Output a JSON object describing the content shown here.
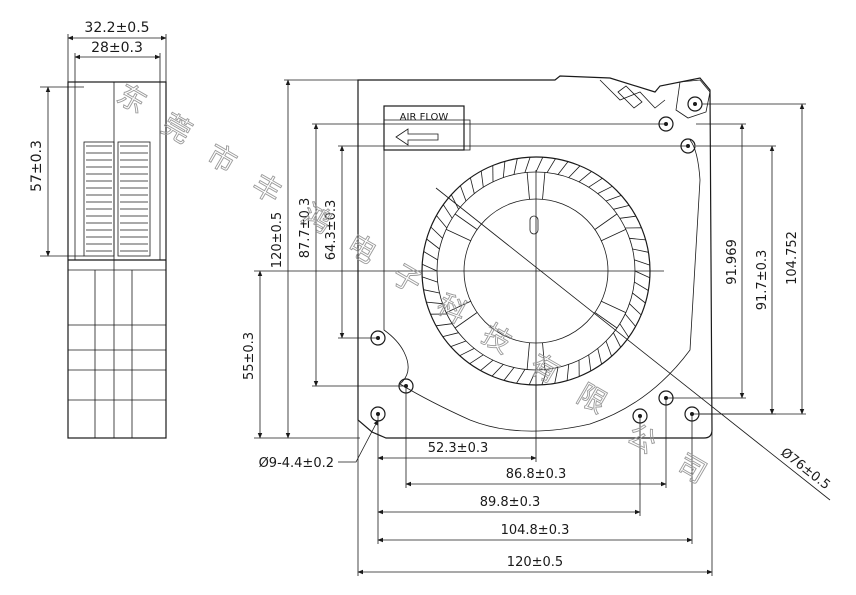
{
  "side_view": {
    "overall_width": "32.2±0.5",
    "inner_width": "28±0.3",
    "outlet_height": "57±0.3"
  },
  "front_view": {
    "airflow_label": "AIR FLOW",
    "height_overall": "120±0.5",
    "height_hole_1": "87.7±0.3",
    "height_hole_2": "64.3±0.3",
    "height_hole_3": "55±0.3",
    "right_dim_1": "91.969",
    "right_dim_2": "91.7±0.3",
    "right_dim_3": "104.752",
    "bottom_dim_1": "52.3±0.3",
    "bottom_dim_2": "86.8±0.3",
    "bottom_dim_3": "89.8±0.3",
    "bottom_dim_4": "104.8±0.3",
    "bottom_dim_5": "120±0.5",
    "hole_diameter": "Ø9-4.4±0.2",
    "impeller_diameter": "Ø76±0.5"
  },
  "watermark": [
    "东",
    "莞",
    "市",
    "丰",
    "鸿",
    "电",
    "子",
    "科",
    "技",
    "有",
    "限",
    "公",
    "司"
  ]
}
